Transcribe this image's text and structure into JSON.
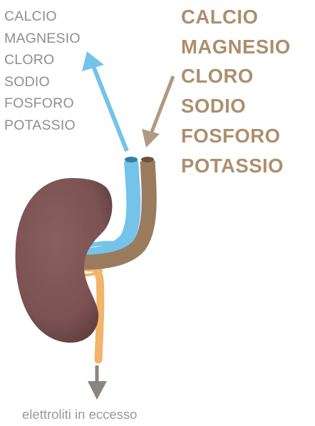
{
  "left_list": {
    "items": [
      "CALCIO",
      "MAGNESIO",
      "CLORO",
      "SODIO",
      "FOSFORO",
      "POTASSIO"
    ]
  },
  "right_list": {
    "items": [
      "CALCIO",
      "MAGNESIO",
      "CLORO",
      "SODIO",
      "FOSFORO",
      "POTASSIO"
    ]
  },
  "caption": "elettroliti in eccesso",
  "colors": {
    "kidney": "#7b5152",
    "kidney_shadow": "#5c3b3c",
    "blue_vessel": "#74c3e8",
    "brown_vessel": "#9a7b5e",
    "ureter": "#f2b36b",
    "left_text": "#8f8f8f",
    "right_text": "#ad8f6c",
    "caption_text": "#9a9a9a",
    "arrow_down": "#8a8581"
  }
}
